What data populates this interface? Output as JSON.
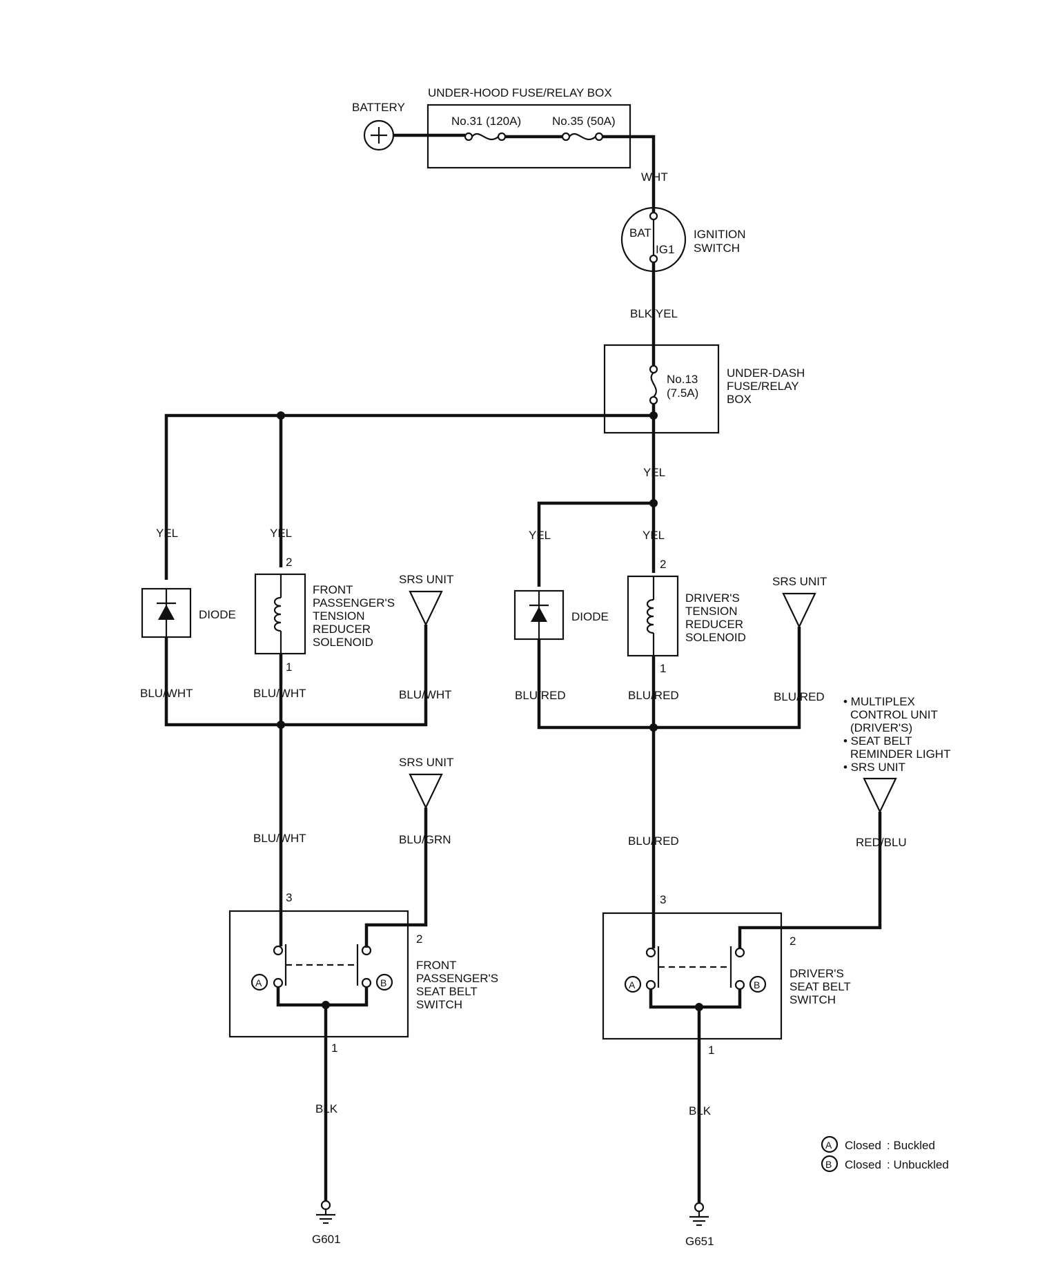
{
  "labels": {
    "underhood_box": "UNDER-HOOD FUSE/RELAY BOX",
    "battery": "BATTERY",
    "fuse31": "No.31 (120A)",
    "fuse35": "No.35 (50A)",
    "wht": "WHT",
    "bat": "BAT",
    "ig1": "IG1",
    "ignition_1": "IGNITION",
    "ignition_2": "SWITCH",
    "blk_yel": "BLK/YEL",
    "fuse13_1": "No.13",
    "fuse13_2": "(7.5A)",
    "underdash_1": "UNDER-DASH",
    "underdash_2": "FUSE/RELAY",
    "underdash_3": "BOX",
    "yel": "YEL",
    "diode": "DIODE",
    "pin1": "1",
    "pin2": "2",
    "pin3": "3",
    "front_sol_1": "FRONT",
    "front_sol_2": "PASSENGER'S",
    "front_sol_3": "TENSION",
    "front_sol_4": "REDUCER",
    "front_sol_5": "SOLENOID",
    "driver_sol_1": "DRIVER'S",
    "driver_sol_2": "TENSION",
    "driver_sol_3": "REDUCER",
    "driver_sol_4": "SOLENOID",
    "srs_unit": "SRS UNIT",
    "blu_wht": "BLU/WHT",
    "blu_red": "BLU/RED",
    "blu_grn": "BLU/GRN",
    "red_blu": "RED/BLU",
    "mpx_1": "• MULTIPLEX",
    "mpx_2": "CONTROL UNIT",
    "mpx_3": "(DRIVER'S)",
    "mpx_4": "• SEAT BELT",
    "mpx_5": "REMINDER LIGHT",
    "mpx_6": "• SRS UNIT",
    "term_a": "A",
    "term_b": "B",
    "front_sw_1": "FRONT",
    "front_sw_2": "PASSENGER'S",
    "front_sw_3": "SEAT BELT",
    "front_sw_4": "SWITCH",
    "driver_sw_1": "DRIVER'S",
    "driver_sw_2": "SEAT BELT",
    "driver_sw_3": "SWITCH",
    "blk": "BLK",
    "g601": "G601",
    "g651": "G651"
  },
  "legend": {
    "a_state": "Closed",
    "a_desc": ": Buckled",
    "b_state": "Closed",
    "b_desc": ": Unbuckled"
  }
}
